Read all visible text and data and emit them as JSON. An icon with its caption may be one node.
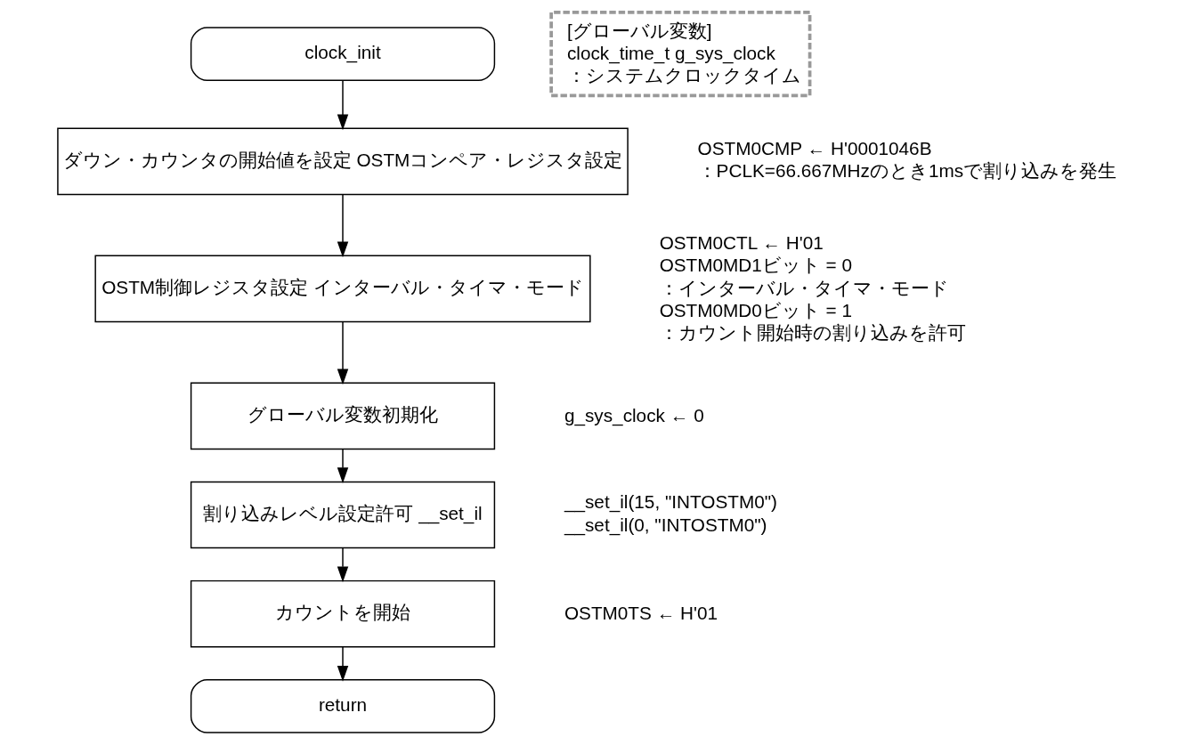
{
  "diagram": {
    "nodes": [
      {
        "text": [
          "clock_init"
        ]
      },
      {
        "text": [
          "ダウン・カウンタの開始値を設定 OSTMコンペア・レジスタ設定"
        ],
        "beside": [
          "OSTM0CMP ← H'0001046B",
          "：PCLK=66.667MHzのとき1msで割り込みを発生"
        ]
      },
      {
        "text": [
          "OSTM制御レジスタ設定 インターバル・タイマ・モード"
        ],
        "beside": [
          "OSTM0CTL ← H'01",
          "OSTM0MD1ビット = 0",
          "：インターバル・タイマ・モード",
          "OSTM0MD0ビット = 1",
          "：カウント開始時の割り込みを許可"
        ]
      },
      {
        "text": [
          "グローバル変数初期化"
        ],
        "beside": [
          "g_sys_clock ← 0"
        ]
      },
      {
        "text": [
          "割り込みレベル設定許可 __set_il"
        ],
        "beside": [
          "__set_il(15, \"INTOSTM0\")",
          "__set_il(0, \"INTOSTM0\")"
        ]
      },
      {
        "text": [
          "カウントを開始"
        ],
        "beside": [
          "OSTM0TS ← H'01"
        ]
      },
      {
        "text": [
          "return"
        ]
      },
      {
        "text": [
          "[グローバル変数]",
          "clock_time_t g_sys_clock",
          "：システムクロックタイム"
        ]
      }
    ],
    "edges": [
      {
        "from": 0,
        "to": 1,
        "arrow": "to"
      },
      {
        "from": 1,
        "to": 2,
        "arrow": "to"
      },
      {
        "from": 2,
        "to": 3,
        "arrow": "to"
      },
      {
        "from": 3,
        "to": 4,
        "arrow": "to"
      },
      {
        "from": 4,
        "to": 5,
        "arrow": "to"
      },
      {
        "from": 5,
        "to": 6,
        "arrow": "to"
      }
    ]
  }
}
